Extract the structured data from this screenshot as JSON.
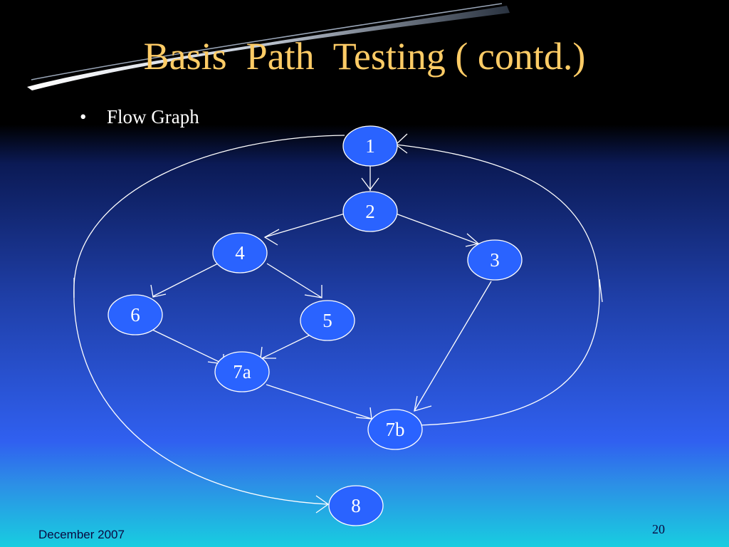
{
  "slide": {
    "title": "Basis  Path  Testing ( contd.)",
    "bullet": "Flow Graph",
    "footer_date": "December 2007",
    "page_number": "20"
  },
  "graph": {
    "nodes": [
      {
        "id": "n1",
        "label": "1"
      },
      {
        "id": "n2",
        "label": "2"
      },
      {
        "id": "n3",
        "label": "3"
      },
      {
        "id": "n4",
        "label": "4"
      },
      {
        "id": "n5",
        "label": "5"
      },
      {
        "id": "n6",
        "label": "6"
      },
      {
        "id": "n7a",
        "label": "7a"
      },
      {
        "id": "n7b",
        "label": "7b"
      },
      {
        "id": "n8",
        "label": "8"
      }
    ],
    "edges": [
      {
        "from": "n1",
        "to": "n2"
      },
      {
        "from": "n2",
        "to": "n4"
      },
      {
        "from": "n2",
        "to": "n3"
      },
      {
        "from": "n4",
        "to": "n6"
      },
      {
        "from": "n4",
        "to": "n5"
      },
      {
        "from": "n6",
        "to": "n7a"
      },
      {
        "from": "n5",
        "to": "n7a"
      },
      {
        "from": "n7a",
        "to": "n7b"
      },
      {
        "from": "n3",
        "to": "n7b"
      },
      {
        "from": "n7b",
        "to": "n1"
      },
      {
        "from": "n1",
        "to": "n8"
      }
    ],
    "colors": {
      "node_fill": "#2a63ff",
      "stroke": "#ffffff",
      "label": "#ffffff"
    }
  }
}
